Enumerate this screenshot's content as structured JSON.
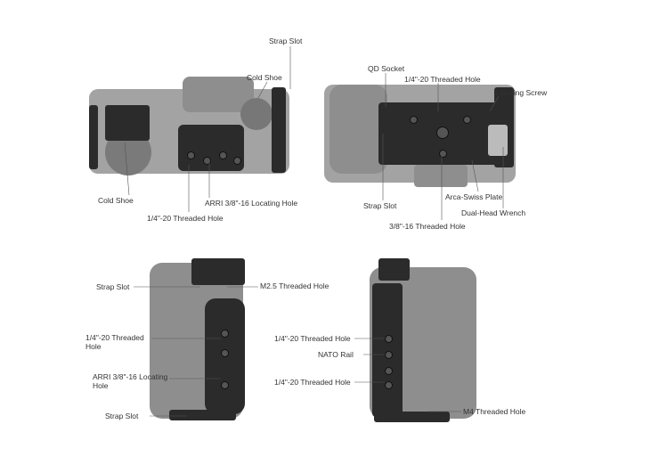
{
  "views": {
    "top_left": {
      "labels": [
        "Strap Slot",
        "Cold Shoe",
        "Cold Shoe",
        "ARRI 3/8\"-16 Locating Hole",
        "1/4\"-20 Threaded Hole"
      ]
    },
    "top_right": {
      "labels": [
        "QD Socket",
        "1/4\"-20 Threaded Hole",
        "Locating Screw",
        "Strap Slot",
        "Arca-Swiss Plate",
        "Dual-Head Wrench",
        "3/8\"-16 Threaded Hole"
      ]
    },
    "bottom_left": {
      "labels": [
        "Strap Slot",
        "M2.5 Threaded Hole",
        "1/4\"-20 Threaded Hole",
        "ARRI 3/8\"-16 Locating Hole",
        "Strap Slot"
      ]
    },
    "bottom_right": {
      "labels": [
        "1/4\"-20 Threaded Hole",
        "NATO Rail",
        "1/4\"-20 Threaded Hole",
        "M4 Threaded Hole"
      ]
    }
  },
  "colors": {
    "camera": "#8e8e8e",
    "cage": "#2b2b2b",
    "text": "#333333"
  }
}
